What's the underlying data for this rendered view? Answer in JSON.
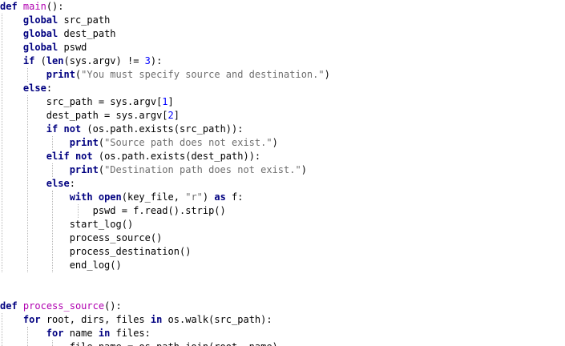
{
  "code": {
    "language": "python",
    "lines": [
      [
        {
          "t": "kw",
          "v": "def"
        },
        {
          "t": "op",
          "v": " "
        },
        {
          "t": "fn",
          "v": "main"
        },
        {
          "t": "op",
          "v": "():"
        }
      ],
      [
        {
          "t": "op",
          "v": "    "
        },
        {
          "t": "kw",
          "v": "global"
        },
        {
          "t": "op",
          "v": " src_path"
        }
      ],
      [
        {
          "t": "op",
          "v": "    "
        },
        {
          "t": "kw",
          "v": "global"
        },
        {
          "t": "op",
          "v": " dest_path"
        }
      ],
      [
        {
          "t": "op",
          "v": "    "
        },
        {
          "t": "kw",
          "v": "global"
        },
        {
          "t": "op",
          "v": " pswd"
        }
      ],
      [
        {
          "t": "op",
          "v": "    "
        },
        {
          "t": "kw",
          "v": "if"
        },
        {
          "t": "op",
          "v": " ("
        },
        {
          "t": "kw",
          "v": "len"
        },
        {
          "t": "op",
          "v": "(sys.argv) != "
        },
        {
          "t": "num",
          "v": "3"
        },
        {
          "t": "op",
          "v": "):"
        }
      ],
      [
        {
          "t": "op",
          "v": "        "
        },
        {
          "t": "kw",
          "v": "print"
        },
        {
          "t": "op",
          "v": "("
        },
        {
          "t": "str",
          "v": "\"You must specify source and destination.\""
        },
        {
          "t": "op",
          "v": ")"
        }
      ],
      [
        {
          "t": "op",
          "v": "    "
        },
        {
          "t": "kw",
          "v": "else"
        },
        {
          "t": "op",
          "v": ":"
        }
      ],
      [
        {
          "t": "op",
          "v": "        src_path = sys.argv["
        },
        {
          "t": "num",
          "v": "1"
        },
        {
          "t": "op",
          "v": "]"
        }
      ],
      [
        {
          "t": "op",
          "v": "        dest_path = sys.argv["
        },
        {
          "t": "num",
          "v": "2"
        },
        {
          "t": "op",
          "v": "]"
        }
      ],
      [
        {
          "t": "op",
          "v": "        "
        },
        {
          "t": "kw",
          "v": "if"
        },
        {
          "t": "op",
          "v": " "
        },
        {
          "t": "kw",
          "v": "not"
        },
        {
          "t": "op",
          "v": " (os.path.exists(src_path)):"
        }
      ],
      [
        {
          "t": "op",
          "v": "            "
        },
        {
          "t": "kw",
          "v": "print"
        },
        {
          "t": "op",
          "v": "("
        },
        {
          "t": "str",
          "v": "\"Source path does not exist.\""
        },
        {
          "t": "op",
          "v": ")"
        }
      ],
      [
        {
          "t": "op",
          "v": "        "
        },
        {
          "t": "kw",
          "v": "elif"
        },
        {
          "t": "op",
          "v": " "
        },
        {
          "t": "kw",
          "v": "not"
        },
        {
          "t": "op",
          "v": " (os.path.exists(dest_path)):"
        }
      ],
      [
        {
          "t": "op",
          "v": "            "
        },
        {
          "t": "kw",
          "v": "print"
        },
        {
          "t": "op",
          "v": "("
        },
        {
          "t": "str",
          "v": "\"Destination path does not exist.\""
        },
        {
          "t": "op",
          "v": ")"
        }
      ],
      [
        {
          "t": "op",
          "v": "        "
        },
        {
          "t": "kw",
          "v": "else"
        },
        {
          "t": "op",
          "v": ":"
        }
      ],
      [
        {
          "t": "op",
          "v": "            "
        },
        {
          "t": "kw",
          "v": "with"
        },
        {
          "t": "op",
          "v": " "
        },
        {
          "t": "kw",
          "v": "open"
        },
        {
          "t": "op",
          "v": "(key_file, "
        },
        {
          "t": "str",
          "v": "\"r\""
        },
        {
          "t": "op",
          "v": ") "
        },
        {
          "t": "kw",
          "v": "as"
        },
        {
          "t": "op",
          "v": " f:"
        }
      ],
      [
        {
          "t": "op",
          "v": "                pswd = f.read().strip()"
        }
      ],
      [
        {
          "t": "op",
          "v": "            start_log()"
        }
      ],
      [
        {
          "t": "op",
          "v": "            process_source()"
        }
      ],
      [
        {
          "t": "op",
          "v": "            process_destination()"
        }
      ],
      [
        {
          "t": "op",
          "v": "            end_log()"
        }
      ],
      [],
      [],
      [
        {
          "t": "kw",
          "v": "def"
        },
        {
          "t": "op",
          "v": " "
        },
        {
          "t": "fn",
          "v": "process_source"
        },
        {
          "t": "op",
          "v": "():"
        }
      ],
      [
        {
          "t": "op",
          "v": "    "
        },
        {
          "t": "kw",
          "v": "for"
        },
        {
          "t": "op",
          "v": " root, dirs, files "
        },
        {
          "t": "kw",
          "v": "in"
        },
        {
          "t": "op",
          "v": " os.walk(src_path):"
        }
      ],
      [
        {
          "t": "op",
          "v": "        "
        },
        {
          "t": "kw",
          "v": "for"
        },
        {
          "t": "op",
          "v": " name "
        },
        {
          "t": "kw",
          "v": "in"
        },
        {
          "t": "op",
          "v": " files:"
        }
      ],
      [
        {
          "t": "op",
          "v": "            file_name = os.path.join(root, name)"
        }
      ]
    ]
  },
  "colors": {
    "background": "#ffffff",
    "keyword": "#000080",
    "function_name": "#b000b0",
    "number": "#0000ff",
    "string": "#6e6e6e",
    "default": "#000000",
    "indent_guide": "#b8b8b8"
  }
}
